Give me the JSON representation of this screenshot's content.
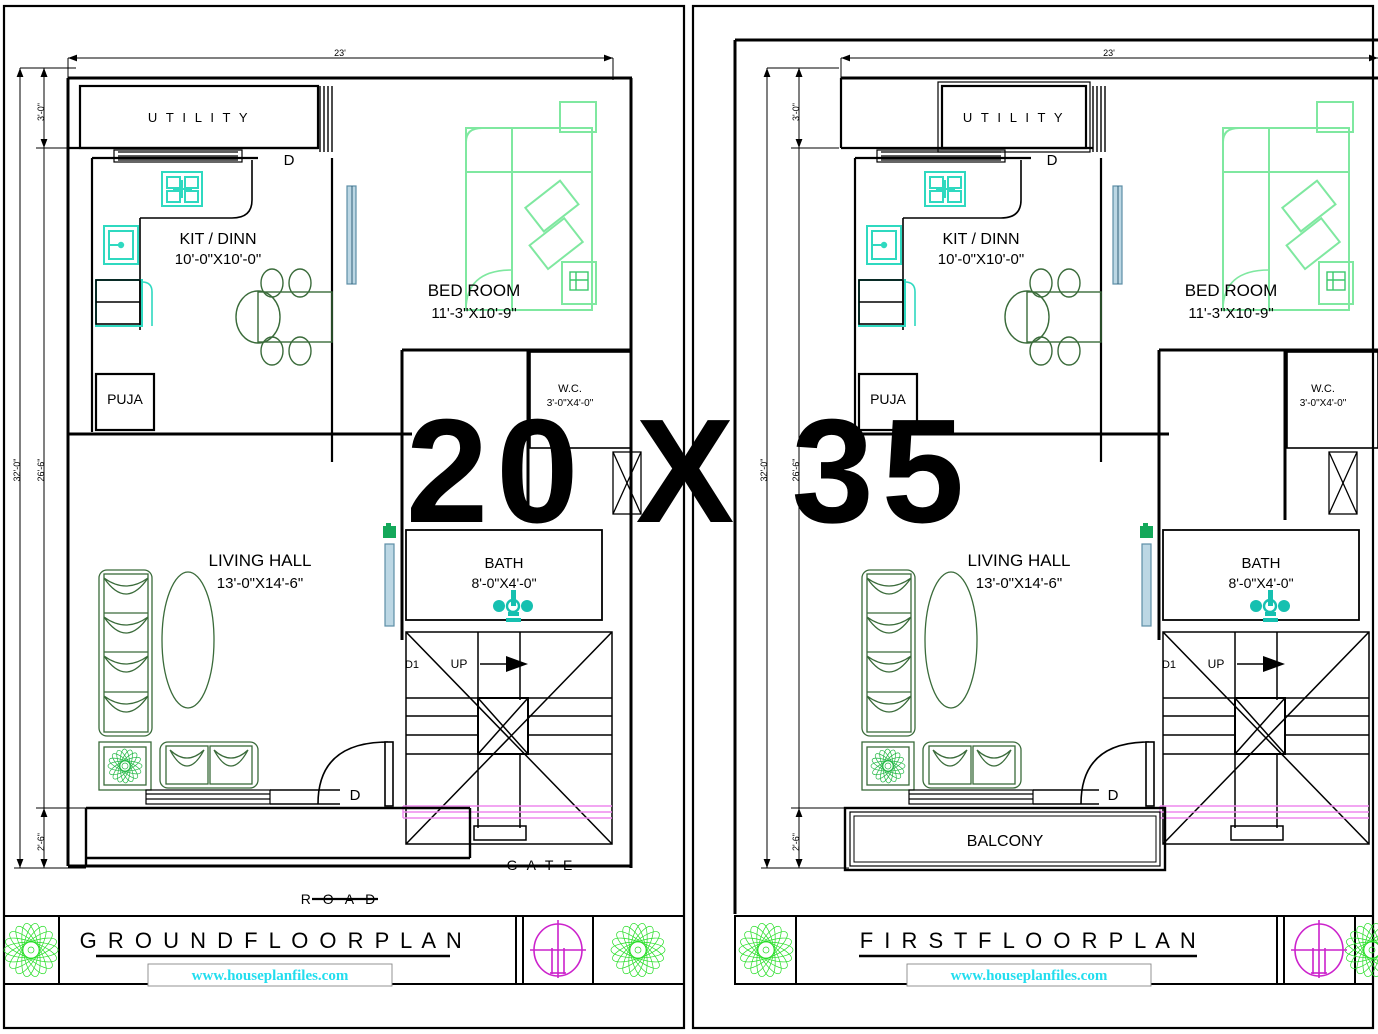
{
  "overlay": {
    "size_label": "20 X 35"
  },
  "colors": {
    "wall": "#000000",
    "furniture_green": "#3a6b3a",
    "bed_green": "#7fe8a0",
    "kitchen_cyan": "#2fd9c0",
    "sanitary_cyan": "#16c0b0",
    "door_blue": "#9fc6d8",
    "magenta": "#cc22cc",
    "pink": "#f0a8f0",
    "logo_cyan": "#22ddee",
    "rosette_green": "#22dd22",
    "background": "#ffffff"
  },
  "plans": [
    {
      "id": "ground",
      "title": "G R O U N D  F L O O R  P L A N",
      "website": "www.houseplanfiles.com",
      "dimensions": {
        "top_width": "23'",
        "left_overall": "32'-0\"",
        "left_inner": "26'-6\"",
        "top_setback": "3'-0\"",
        "bottom_setback": "2'-6\""
      },
      "road_label": "R  O  A  D",
      "gate_label": "G   A  T  E",
      "rooms": [
        {
          "name": "UTILITY",
          "label": "U T I L I T Y",
          "size": ""
        },
        {
          "name": "KIT / DINN",
          "label": "KIT / DINN",
          "size": "10'-0\"X10'-0\""
        },
        {
          "name": "BED ROOM",
          "label": "BED ROOM",
          "size": "11'-3\"X10'-9\""
        },
        {
          "name": "PUJA",
          "label": "PUJA",
          "size": ""
        },
        {
          "name": "W.C.",
          "label": "W.C.",
          "size": "3'-0\"X4'-0\""
        },
        {
          "name": "LIVING HALL",
          "label": "LIVING HALL",
          "size": "13'-0\"X14'-6\""
        },
        {
          "name": "BATH",
          "label": "BATH",
          "size": "8'-0\"X4'-0\""
        }
      ],
      "door_tags": [
        "D",
        "D",
        "D1"
      ],
      "stair_label": "UP",
      "has_balcony": false,
      "balcony_label": ""
    },
    {
      "id": "first",
      "title": "F I R S T  F L O O R  P L A N",
      "website": "www.houseplanfiles.com",
      "dimensions": {
        "top_width": "23'",
        "left_overall": "32'-0\"",
        "left_inner": "26'-6\"",
        "top_setback": "3'-0\"",
        "bottom_setback": "2'-6\""
      },
      "road_label": "",
      "gate_label": "",
      "rooms": [
        {
          "name": "UTILITY",
          "label": "U T I L I T Y",
          "size": ""
        },
        {
          "name": "KIT / DINN",
          "label": "KIT / DINN",
          "size": "10'-0\"X10'-0\""
        },
        {
          "name": "BED ROOM",
          "label": "BED ROOM",
          "size": "11'-3\"X10'-9\""
        },
        {
          "name": "PUJA",
          "label": "PUJA",
          "size": ""
        },
        {
          "name": "W.C.",
          "label": "W.C.",
          "size": "3'-0\"X4'-0\""
        },
        {
          "name": "LIVING HALL",
          "label": "LIVING HALL",
          "size": "13'-0\"X14'-6\""
        },
        {
          "name": "BATH",
          "label": "BATH",
          "size": "8'-0\"X4'-0\""
        }
      ],
      "door_tags": [
        "D",
        "D",
        "D1"
      ],
      "stair_label": "UP",
      "has_balcony": true,
      "balcony_label": "BALCONY"
    }
  ]
}
